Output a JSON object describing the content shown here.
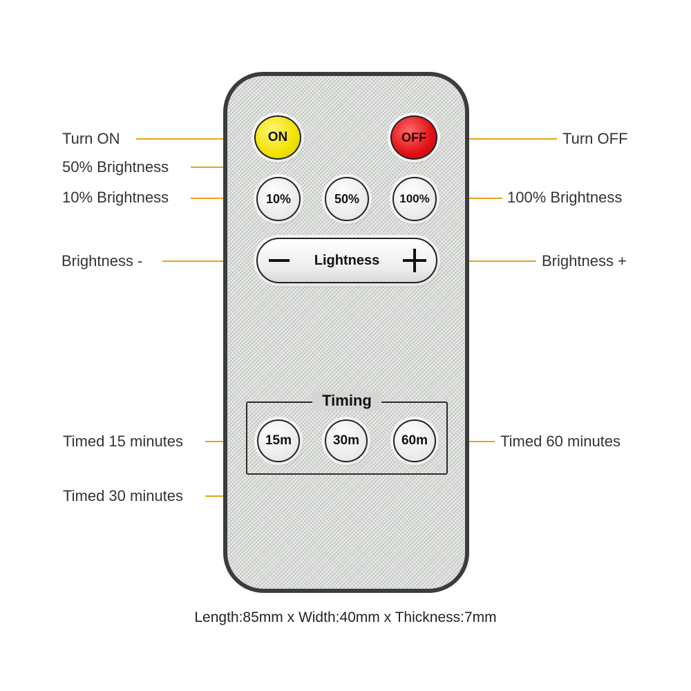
{
  "remote": {
    "buttons": {
      "on": "ON",
      "off": "OFF",
      "pct10": "10%",
      "pct50": "50%",
      "pct100": "100%",
      "lightness": "Lightness",
      "minus_symbol": "−",
      "plus_symbol": "+"
    },
    "timing": {
      "title": "Timing",
      "m15": "15m",
      "m30": "30m",
      "m60": "60m"
    }
  },
  "callouts": {
    "turn_on": "Turn ON",
    "turn_off": "Turn OFF",
    "brightness_50": "50% Brightness",
    "brightness_10": "10% Brightness",
    "brightness_100": "100% Brightness",
    "brightness_minus": "Brightness -",
    "brightness_plus": "Brightness +",
    "timed_15": "Timed 15 minutes",
    "timed_30": "Timed 30 minutes",
    "timed_60": "Timed 60 minutes"
  },
  "caption": "Length:85mm x Width:40mm x Thickness:7mm",
  "colors": {
    "leader": "#e6a21a",
    "on_button": "#f2e200",
    "off_button": "#e20f14",
    "remote_border": "#3b3d3c"
  }
}
